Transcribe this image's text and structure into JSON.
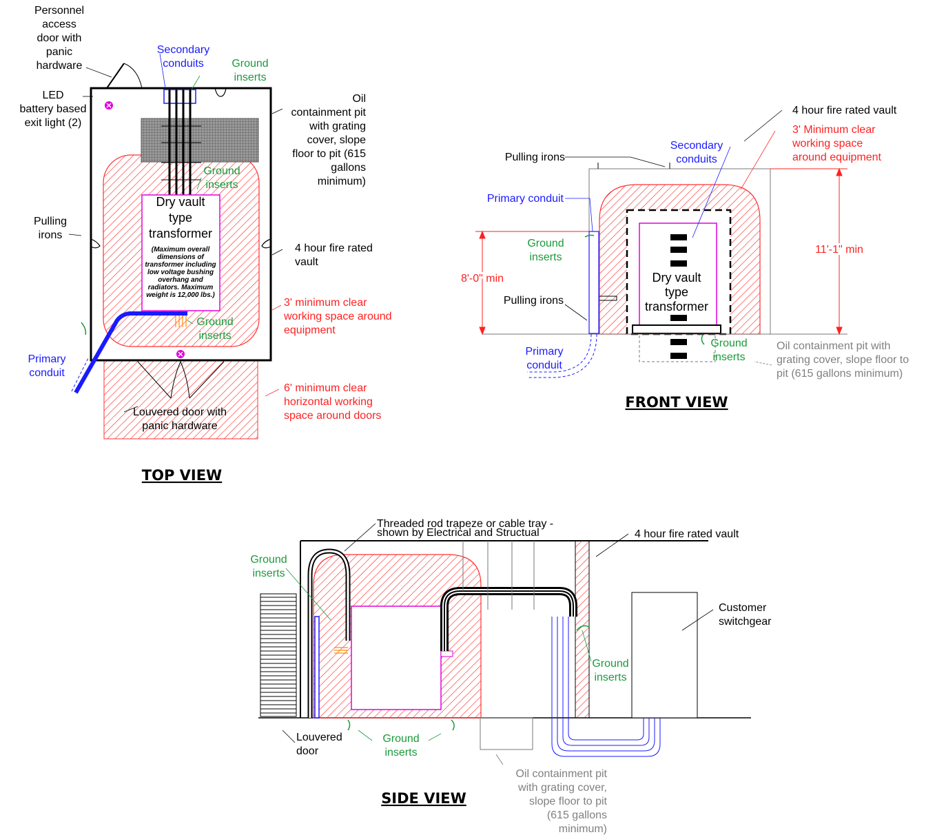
{
  "top_view": {
    "title": "TOP VIEW",
    "personnel_door": [
      "Personnel",
      "access",
      "door with",
      "panic",
      "hardware"
    ],
    "secondary_conduits": [
      "Secondary",
      "conduits"
    ],
    "ground_inserts_a": [
      "Ground",
      "inserts"
    ],
    "led_exit": [
      "LED",
      "battery based",
      "exit light (2)"
    ],
    "oil_pit": [
      "Oil",
      "containment pit",
      "with grating",
      "cover, slope",
      "floor to pit (615",
      "gallons",
      "minimum)"
    ],
    "ground_inserts_b": [
      "Ground",
      "inserts"
    ],
    "pulling_irons": [
      "Pulling",
      "irons"
    ],
    "transformer": [
      "Dry vault",
      "type",
      "transformer"
    ],
    "transformer_note": [
      "(Maximum overall",
      "dimensions of",
      "transformer including",
      "low voltage bushing",
      "overhang and",
      "radiators.  Maximum",
      "weight is 12,000 lbs.)"
    ],
    "fire_vault": [
      "4 hour fire rated",
      "vault"
    ],
    "clear_space": [
      "3' minimum clear",
      "working space around",
      "equipment"
    ],
    "ground_inserts_c": [
      "Ground",
      "inserts"
    ],
    "primary_conduit": [
      "Primary",
      "conduit"
    ],
    "door_clear": [
      "6' minimum clear",
      "horizontal working",
      "space around doors"
    ],
    "louvered_door": [
      "Louvered door with",
      "panic hardware"
    ]
  },
  "front_view": {
    "title": "FRONT VIEW",
    "fire_vault": "4 hour fire rated vault",
    "clear_space": [
      "3' Minimum clear",
      "working space",
      "around equipment"
    ],
    "secondary_conduits": [
      "Secondary",
      "conduits"
    ],
    "pulling_irons_top": "Pulling irons",
    "primary_conduit_top": "Primary conduit",
    "ground_inserts_a": [
      "Ground",
      "inserts"
    ],
    "height_min": "8'-0\" min",
    "height_max": "11'-1\" min",
    "pulling_irons_low": "Pulling irons",
    "transformer": [
      "Dry vault",
      "type",
      "transformer"
    ],
    "ground_inserts_b": [
      "Ground",
      "inserts"
    ],
    "primary_conduit_low": [
      "Primary",
      "conduit"
    ],
    "oil_pit": [
      "Oil containment pit with",
      "grating cover, slope floor to",
      "pit (615 gallons minimum)"
    ]
  },
  "side_view": {
    "title": "SIDE VIEW",
    "trapeze": [
      "Threaded rod trapeze or cable tray -",
      "shown by Electrical and Structual"
    ],
    "fire_vault": "4 hour fire rated vault",
    "ground_inserts_a": [
      "Ground",
      "inserts"
    ],
    "customer_switchgear": [
      "Customer",
      "switchgear"
    ],
    "ground_inserts_b": [
      "Ground",
      "inserts"
    ],
    "louvered_door": [
      "Louvered",
      "door"
    ],
    "ground_inserts_c": [
      "Ground",
      "inserts"
    ],
    "oil_pit": [
      "Oil containment pit",
      "with grating cover,",
      "slope floor to pit",
      "(615 gallons",
      "minimum)"
    ]
  },
  "colors": {
    "conduit_blue": "#1a1aff",
    "ground_green": "#1a9a3a",
    "clearance_red": "#ff2020",
    "transformer_magenta": "#e000e0",
    "note_gray": "#808080"
  }
}
